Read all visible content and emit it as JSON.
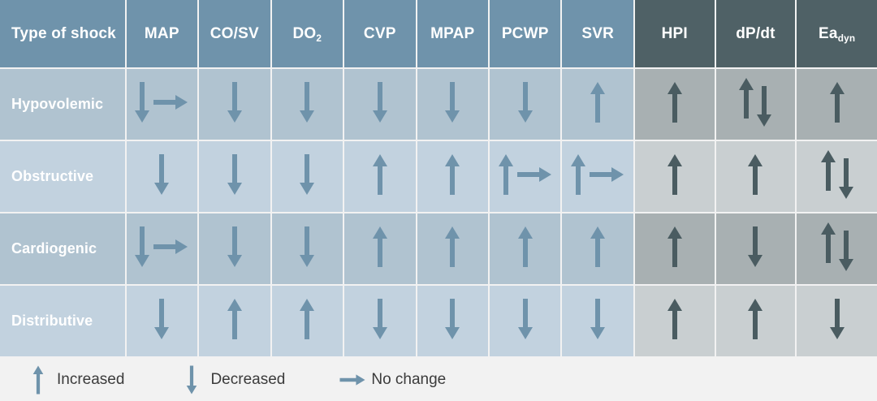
{
  "table": {
    "corner_header": "Type of shock",
    "columns": [
      {
        "label": "MAP",
        "sub": "",
        "group": "light"
      },
      {
        "label": "CO/SV",
        "sub": "",
        "group": "light"
      },
      {
        "label": "DO",
        "sub": "2",
        "group": "light"
      },
      {
        "label": "CVP",
        "sub": "",
        "group": "light"
      },
      {
        "label": "MPAP",
        "sub": "",
        "group": "light"
      },
      {
        "label": "PCWP",
        "sub": "",
        "group": "light"
      },
      {
        "label": "SVR",
        "sub": "",
        "group": "light"
      },
      {
        "label": "HPI",
        "sub": "",
        "group": "dark"
      },
      {
        "label": "dP/dt",
        "sub": "",
        "group": "dark"
      },
      {
        "label": "Ea",
        "sub": "dyn",
        "group": "dark"
      }
    ],
    "rows": [
      {
        "label": "Hypovolemic",
        "values": [
          "down-right",
          "down",
          "down",
          "down",
          "down",
          "down",
          "up",
          "up",
          "up-down",
          "up"
        ]
      },
      {
        "label": "Obstructive",
        "values": [
          "down",
          "down",
          "down",
          "up",
          "up",
          "up-right",
          "up-right",
          "up",
          "up",
          "up-down"
        ]
      },
      {
        "label": "Cardiogenic",
        "values": [
          "down-right",
          "down",
          "down",
          "up",
          "up",
          "up",
          "up",
          "up",
          "down",
          "up-down"
        ]
      },
      {
        "label": "Distributive",
        "values": [
          "down",
          "up",
          "up",
          "down",
          "down",
          "down",
          "down",
          "up",
          "up",
          "down"
        ]
      }
    ]
  },
  "legend": [
    {
      "icon": "arrow-up-icon",
      "glyph": "up",
      "label": "Increased"
    },
    {
      "icon": "arrow-down-icon",
      "glyph": "down",
      "label": "Decreased"
    },
    {
      "icon": "arrow-right-icon",
      "glyph": "right",
      "label": "No change"
    }
  ],
  "colors": {
    "header_light": "#6f93ab",
    "header_dark": "#4f6166",
    "row_odd": "#b0c3d0",
    "row_even": "#c2d2df",
    "key_row_odd": "#a8b0b2",
    "key_row_even": "#c9cfd1",
    "arrow_blue": "#6f93ab",
    "arrow_slate": "#4a5c61",
    "page_background": "#f2f2f2",
    "legend_text": "#3b3b3b"
  }
}
